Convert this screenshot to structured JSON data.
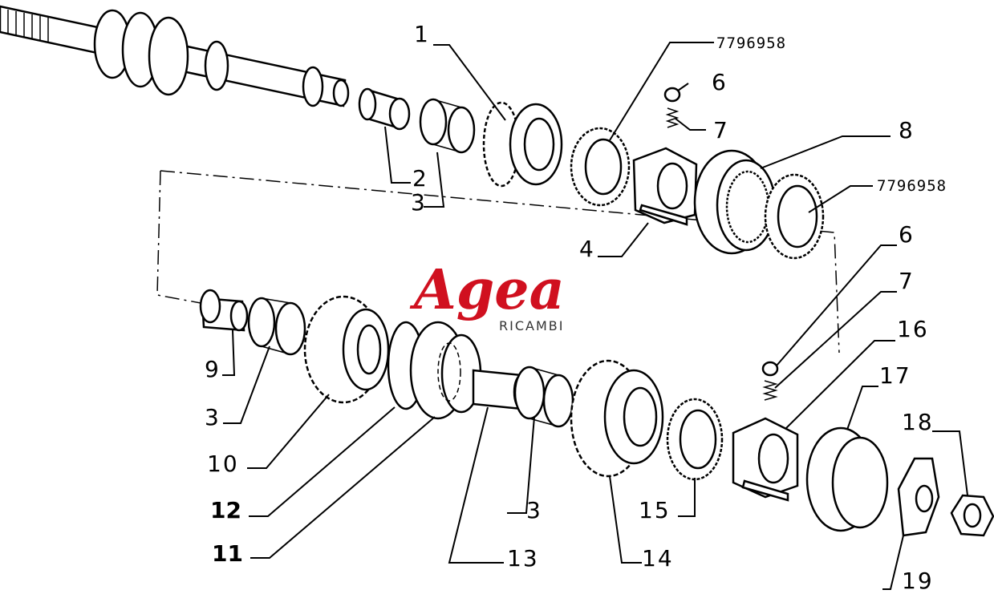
{
  "diagram": {
    "watermark": {
      "brand": "Agea",
      "sub": "RICAMBI",
      "color": "#d0101f"
    },
    "part_numbers": [
      "7796958",
      "7796958"
    ],
    "callouts": [
      "1",
      "2",
      "3",
      "4",
      "6",
      "7",
      "8",
      "6",
      "7",
      "9",
      "3",
      "10",
      "12",
      "11",
      "3",
      "13",
      "14",
      "15",
      "16",
      "17",
      "18",
      "19"
    ]
  }
}
